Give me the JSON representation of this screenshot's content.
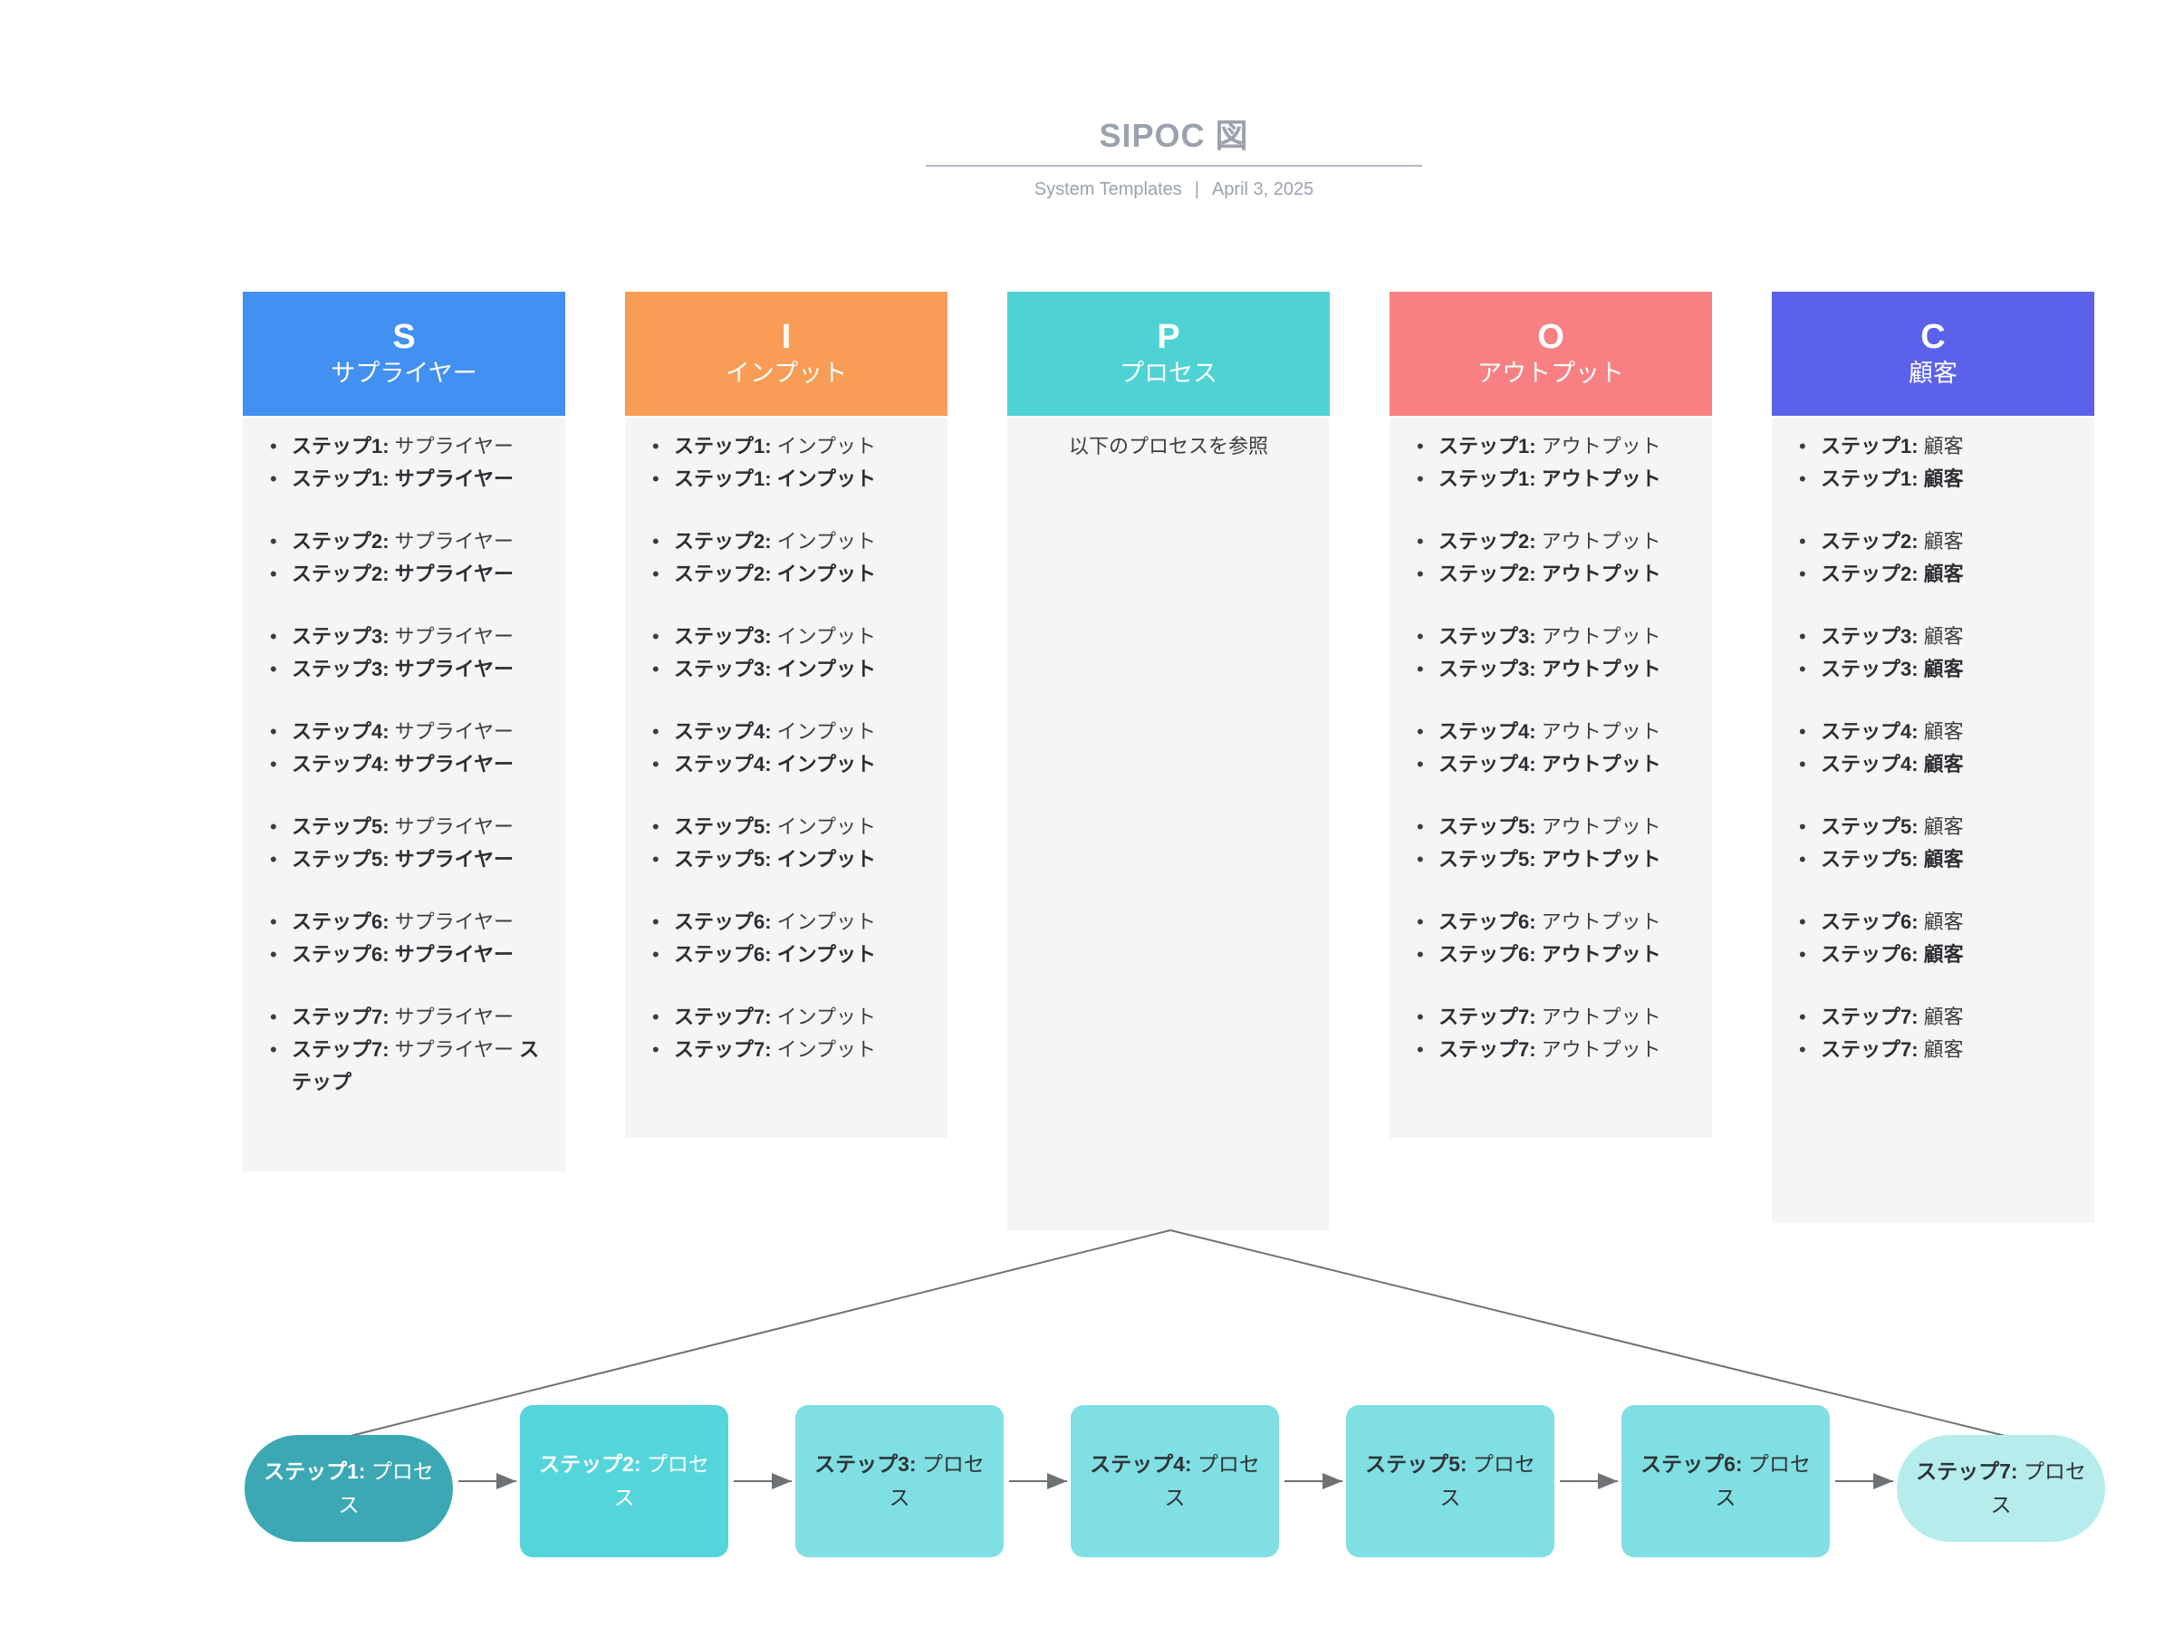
{
  "header": {
    "title": "SIPOC 図",
    "subtitle": "System Templates",
    "separator": "|",
    "date": "April 3, 2025"
  },
  "columns": [
    {
      "id": "suppliers",
      "letter": "S",
      "title": "サプライヤー",
      "header_color": "#4190F2",
      "groups": [
        [
          [
            {
              "t": "ステップ1:",
              "b": true
            },
            {
              "t": " サプライヤー",
              "b": false
            }
          ],
          [
            {
              "t": "ステップ1:",
              "b": true
            },
            {
              "t": " サプライヤー",
              "b": true
            }
          ]
        ],
        [
          [
            {
              "t": "ステップ2:",
              "b": true
            },
            {
              "t": " サプライヤー",
              "b": false
            }
          ],
          [
            {
              "t": "ステップ2:",
              "b": true
            },
            {
              "t": " サプライヤー",
              "b": true
            }
          ]
        ],
        [
          [
            {
              "t": "ステップ3:",
              "b": true
            },
            {
              "t": " サプライヤー",
              "b": false
            }
          ],
          [
            {
              "t": "ステップ3:",
              "b": true
            },
            {
              "t": " サプライヤー",
              "b": true
            }
          ]
        ],
        [
          [
            {
              "t": "ステップ4:",
              "b": true
            },
            {
              "t": " サプライヤー",
              "b": false
            }
          ],
          [
            {
              "t": "ステップ4:",
              "b": true
            },
            {
              "t": " サプライヤー",
              "b": true
            }
          ]
        ],
        [
          [
            {
              "t": "ステップ5:",
              "b": true
            },
            {
              "t": " サプライヤー",
              "b": false
            }
          ],
          [
            {
              "t": "ステップ5:",
              "b": true
            },
            {
              "t": " サプライヤー",
              "b": true
            }
          ]
        ],
        [
          [
            {
              "t": "ステップ6:",
              "b": true
            },
            {
              "t": " サプライヤー",
              "b": false
            }
          ],
          [
            {
              "t": "ステップ6:",
              "b": true
            },
            {
              "t": " サプライヤー",
              "b": true
            }
          ]
        ],
        [
          [
            {
              "t": "ステップ7:",
              "b": true
            },
            {
              "t": " サプライヤー",
              "b": false
            }
          ],
          [
            {
              "t": "ステップ7:",
              "b": true
            },
            {
              "t": " サプライヤー ",
              "b": false
            },
            {
              "t": "ステップ",
              "b": true
            }
          ]
        ]
      ]
    },
    {
      "id": "inputs",
      "letter": "I",
      "title": "インプット",
      "header_color": "#F99C55",
      "groups": [
        [
          [
            {
              "t": "ステップ1:",
              "b": true
            },
            {
              "t": " インプット",
              "b": false
            }
          ],
          [
            {
              "t": "ステップ1:",
              "b": true
            },
            {
              "t": " インプット",
              "b": true
            }
          ]
        ],
        [
          [
            {
              "t": "ステップ2:",
              "b": true
            },
            {
              "t": " インプット",
              "b": false
            }
          ],
          [
            {
              "t": "ステップ2:",
              "b": true
            },
            {
              "t": " インプット",
              "b": true
            }
          ]
        ],
        [
          [
            {
              "t": "ステップ3:",
              "b": true
            },
            {
              "t": " インプット",
              "b": false
            }
          ],
          [
            {
              "t": "ステップ3:",
              "b": true
            },
            {
              "t": " インプット",
              "b": true
            }
          ]
        ],
        [
          [
            {
              "t": "ステップ4:",
              "b": true
            },
            {
              "t": " インプット",
              "b": false
            }
          ],
          [
            {
              "t": "ステップ4:",
              "b": true
            },
            {
              "t": " インプット",
              "b": true
            }
          ]
        ],
        [
          [
            {
              "t": "ステップ5:",
              "b": true
            },
            {
              "t": " インプット",
              "b": false
            }
          ],
          [
            {
              "t": "ステップ5:",
              "b": true
            },
            {
              "t": " インプット",
              "b": true
            }
          ]
        ],
        [
          [
            {
              "t": "ステップ6:",
              "b": true
            },
            {
              "t": " インプット",
              "b": false
            }
          ],
          [
            {
              "t": "ステップ6:",
              "b": true
            },
            {
              "t": " インプット",
              "b": true
            }
          ]
        ],
        [
          [
            {
              "t": "ステップ7:",
              "b": true
            },
            {
              "t": " インプット",
              "b": false
            }
          ],
          [
            {
              "t": "ステップ7:",
              "b": true
            },
            {
              "t": " インプット",
              "b": false
            }
          ]
        ]
      ]
    },
    {
      "id": "process",
      "letter": "P",
      "title": "プロセス",
      "header_color": "#4FD2D4",
      "note": "以下のプロセスを参照"
    },
    {
      "id": "outputs",
      "letter": "O",
      "title": "アウトプット",
      "header_color": "#F88082",
      "groups": [
        [
          [
            {
              "t": "ステップ1:",
              "b": true
            },
            {
              "t": " アウトプット",
              "b": false
            }
          ],
          [
            {
              "t": "ステップ1:",
              "b": true
            },
            {
              "t": " アウトプット",
              "b": true
            }
          ]
        ],
        [
          [
            {
              "t": "ステップ2:",
              "b": true
            },
            {
              "t": " アウトプット",
              "b": false
            }
          ],
          [
            {
              "t": "ステップ2:",
              "b": true
            },
            {
              "t": " アウトプット",
              "b": true
            }
          ]
        ],
        [
          [
            {
              "t": "ステップ3:",
              "b": true
            },
            {
              "t": " アウトプット",
              "b": false
            }
          ],
          [
            {
              "t": "ステップ3:",
              "b": true
            },
            {
              "t": " アウトプット",
              "b": true
            }
          ]
        ],
        [
          [
            {
              "t": "ステップ4:",
              "b": true
            },
            {
              "t": " アウトプット",
              "b": false
            }
          ],
          [
            {
              "t": "ステップ4:",
              "b": true
            },
            {
              "t": " アウトプット",
              "b": true
            }
          ]
        ],
        [
          [
            {
              "t": "ステップ5:",
              "b": true
            },
            {
              "t": " アウトプット",
              "b": false
            }
          ],
          [
            {
              "t": "ステップ5:",
              "b": true
            },
            {
              "t": " アウトプット",
              "b": true
            }
          ]
        ],
        [
          [
            {
              "t": "ステップ6:",
              "b": true
            },
            {
              "t": " アウトプット",
              "b": false
            }
          ],
          [
            {
              "t": "ステップ6:",
              "b": true
            },
            {
              "t": " アウトプット",
              "b": true
            }
          ]
        ],
        [
          [
            {
              "t": "ステップ7:",
              "b": true
            },
            {
              "t": " アウトプット",
              "b": false
            }
          ],
          [
            {
              "t": "ステップ7:",
              "b": true
            },
            {
              "t": " アウトプット",
              "b": false
            }
          ]
        ]
      ]
    },
    {
      "id": "customers",
      "letter": "C",
      "title": "顧客",
      "header_color": "#5B61E9",
      "groups": [
        [
          [
            {
              "t": "ステップ1:",
              "b": true
            },
            {
              "t": " 顧客",
              "b": false
            }
          ],
          [
            {
              "t": "ステップ1:",
              "b": true
            },
            {
              "t": " 顧客",
              "b": true
            }
          ]
        ],
        [
          [
            {
              "t": "ステップ2:",
              "b": true
            },
            {
              "t": " 顧客",
              "b": false
            }
          ],
          [
            {
              "t": "ステップ2:",
              "b": true
            },
            {
              "t": " 顧客",
              "b": true
            }
          ]
        ],
        [
          [
            {
              "t": "ステップ3:",
              "b": true
            },
            {
              "t": " 顧客",
              "b": false
            }
          ],
          [
            {
              "t": "ステップ3:",
              "b": true
            },
            {
              "t": " 顧客",
              "b": true
            }
          ]
        ],
        [
          [
            {
              "t": "ステップ4:",
              "b": true
            },
            {
              "t": " 顧客",
              "b": false
            }
          ],
          [
            {
              "t": "ステップ4:",
              "b": true
            },
            {
              "t": " 顧客",
              "b": true
            }
          ]
        ],
        [
          [
            {
              "t": "ステップ5:",
              "b": true
            },
            {
              "t": " 顧客",
              "b": false
            }
          ],
          [
            {
              "t": "ステップ5:",
              "b": true
            },
            {
              "t": " 顧客",
              "b": true
            }
          ]
        ],
        [
          [
            {
              "t": "ステップ6:",
              "b": true
            },
            {
              "t": " 顧客",
              "b": false
            }
          ],
          [
            {
              "t": "ステップ6:",
              "b": true
            },
            {
              "t": " 顧客",
              "b": true
            }
          ]
        ],
        [
          [
            {
              "t": "ステップ7:",
              "b": true
            },
            {
              "t": " 顧客",
              "b": false
            }
          ],
          [
            {
              "t": "ステップ7:",
              "b": true
            },
            {
              "t": " 顧客",
              "b": false
            }
          ]
        ]
      ]
    }
  ],
  "process_flow": {
    "connector_color": "#6E7275",
    "boxes": [
      {
        "label": "ステップ1:",
        "value": "プロセス",
        "shape": "pill",
        "bg": "#3BA8B3",
        "text_color": "#FFFFFF"
      },
      {
        "label": "ステップ2:",
        "value": "プロセス",
        "shape": "rect",
        "bg": "#54D5DB",
        "text_color": "#FFFFFF"
      },
      {
        "label": "ステップ3:",
        "value": "プロセス",
        "shape": "rect",
        "bg": "#80DFE2",
        "text_color": "#2E3438"
      },
      {
        "label": "ステップ4:",
        "value": "プロセス",
        "shape": "rect",
        "bg": "#80DFE2",
        "text_color": "#2E3438"
      },
      {
        "label": "ステップ5:",
        "value": "プロセス",
        "shape": "rect",
        "bg": "#80DFE2",
        "text_color": "#2E3438"
      },
      {
        "label": "ステップ6:",
        "value": "プロセス",
        "shape": "rect",
        "bg": "#80DFE2",
        "text_color": "#2E3438"
      },
      {
        "label": "ステップ7:",
        "value": "プロセス",
        "shape": "pill",
        "bg": "#B7ECEC",
        "text_color": "#2E3438"
      }
    ]
  }
}
